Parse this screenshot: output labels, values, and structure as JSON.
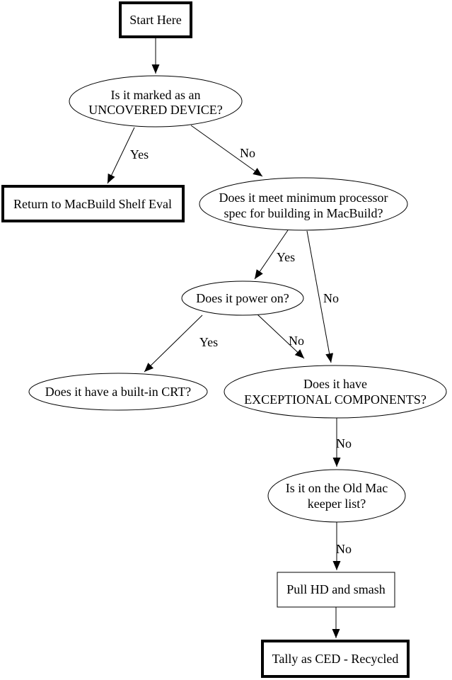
{
  "flowchart": {
    "background_color": "#ffffff",
    "stroke_color": "#000000",
    "text_color": "#000000",
    "nodes": {
      "start": {
        "label": "Start Here",
        "shape": "rectangle-bold"
      },
      "uncovered_device": {
        "label_line1": "Is it marked as an",
        "label_line2": "UNCOVERED DEVICE?",
        "shape": "ellipse"
      },
      "return_shelf_eval": {
        "label": "Return to MacBuild Shelf Eval",
        "shape": "rectangle-bold"
      },
      "processor_spec": {
        "label_line1": "Does it meet minimum processor",
        "label_line2": "spec for building in MacBuild?",
        "shape": "ellipse"
      },
      "power_on": {
        "label": "Does it power on?",
        "shape": "ellipse"
      },
      "built_in_crt": {
        "label": "Does it have a built-in CRT?",
        "shape": "ellipse"
      },
      "exceptional_components": {
        "label_line1": "Does it have",
        "label_line2": "EXCEPTIONAL COMPONENTS?",
        "shape": "ellipse"
      },
      "old_mac_keeper": {
        "label_line1": "Is it on the Old Mac",
        "label_line2": "keeper list?",
        "shape": "ellipse"
      },
      "pull_hd": {
        "label": "Pull HD and smash",
        "shape": "rectangle"
      },
      "tally_ced": {
        "label": "Tally as CED - Recycled",
        "shape": "rectangle-bold"
      }
    },
    "edges": {
      "uncovered_yes": {
        "label": "Yes",
        "from": "uncovered_device",
        "to": "return_shelf_eval"
      },
      "uncovered_no": {
        "label": "No",
        "from": "uncovered_device",
        "to": "processor_spec"
      },
      "processor_yes": {
        "label": "Yes",
        "from": "processor_spec",
        "to": "power_on"
      },
      "processor_no": {
        "label": "No",
        "from": "processor_spec",
        "to": "exceptional_components"
      },
      "power_yes": {
        "label": "Yes",
        "from": "power_on",
        "to": "built_in_crt"
      },
      "power_no": {
        "label": "No",
        "from": "power_on",
        "to": "exceptional_components"
      },
      "exceptional_no": {
        "label": "No",
        "from": "exceptional_components",
        "to": "old_mac_keeper"
      },
      "keeper_no": {
        "label": "No",
        "from": "old_mac_keeper",
        "to": "pull_hd"
      },
      "pull_to_tally": {
        "label": "",
        "from": "pull_hd",
        "to": "tally_ced"
      },
      "start_to_uncovered": {
        "label": "",
        "from": "start",
        "to": "uncovered_device"
      }
    }
  }
}
